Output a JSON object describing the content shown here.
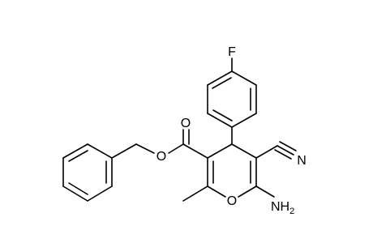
{
  "molecule": {
    "atom_labels": {
      "fluorine": "F",
      "carbonyl_oxygen": "O",
      "ester_oxygen": "O",
      "ring_oxygen": "O",
      "nitrile_nitrogen": "N",
      "amino_nitrogen": "NH",
      "amino_subscript": "2"
    },
    "colors": {
      "bond": "#000000",
      "text": "#000000",
      "background": "#ffffff"
    }
  }
}
